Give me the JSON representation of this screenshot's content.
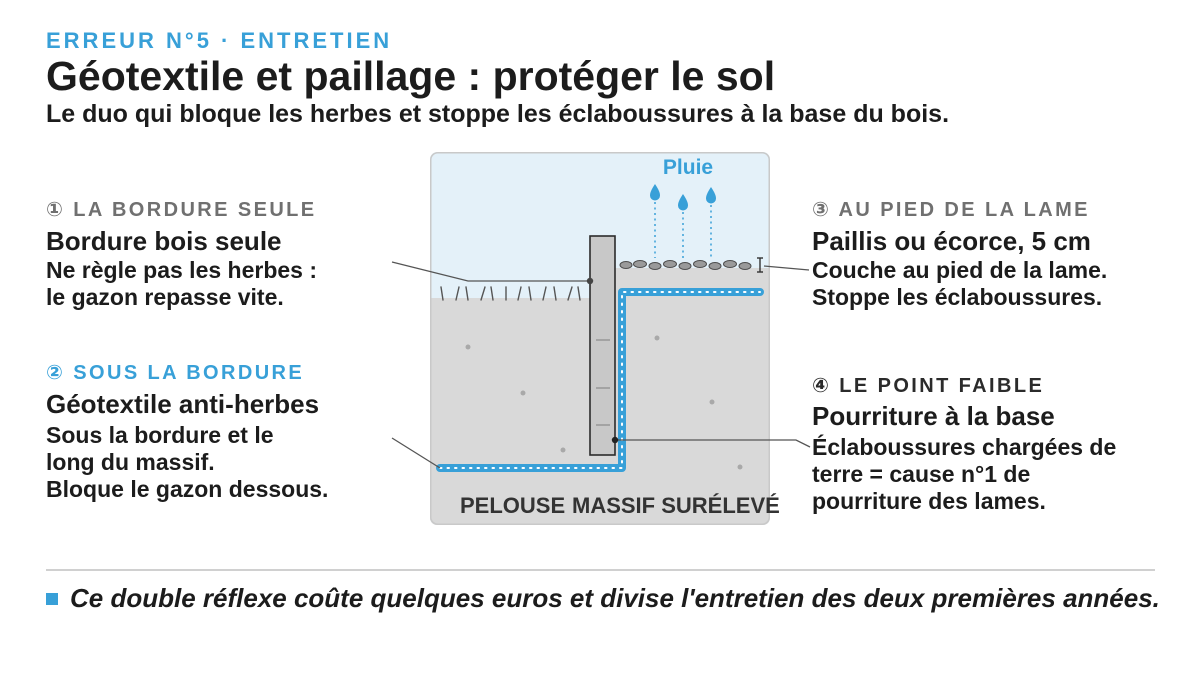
{
  "header": {
    "kicker": "ERREUR N°5 · ENTRETIEN",
    "title": "Géotextile et paillage : protéger le sol",
    "subtitle": "Le duo qui bloque les herbes et stoppe les éclaboussures à la base du bois."
  },
  "callouts": {
    "border_alone": {
      "label": "① LA BORDURE SEULE",
      "heading": "Bordure bois seule",
      "lines": [
        "Ne règle pas les herbes :",
        "le gazon repasse vite."
      ]
    },
    "under_border": {
      "label": "② SOUS LA BORDURE",
      "heading": "Géotextile anti-herbes",
      "lines": [
        "Sous la bordure et le",
        "long du massif.",
        "Bloque le gazon dessous."
      ]
    },
    "at_foot": {
      "label": "③ AU PIED DE LA LAME",
      "heading": "Paillis ou écorce, 5 cm",
      "lines": [
        "Couche au pied de la lame.",
        "Stoppe les éclaboussures."
      ]
    },
    "weak_point": {
      "label": "④ LE POINT FAIBLE",
      "heading": "Pourriture à la base",
      "lines": [
        "Éclaboussures chargées de",
        "terre = cause n°1 de",
        "pourriture des lames."
      ]
    }
  },
  "diagram": {
    "rain_label": "Pluie",
    "lawn_label": "PELOUSE",
    "bed_label": "MASSIF SURÉLEVÉ"
  },
  "footer": {
    "bullet_icon": "square-bullet-icon",
    "note": "Ce double réflexe coûte quelques euros et divise l'entretien des deux premières années."
  },
  "colors": {
    "accent": "#38a0d8",
    "text": "#1c1c1c",
    "muted": "#707070",
    "dark": "#2b2b2b",
    "sky": "#e4f1f9",
    "soil": "#d9d9d9",
    "board": "#c8c8c8"
  }
}
